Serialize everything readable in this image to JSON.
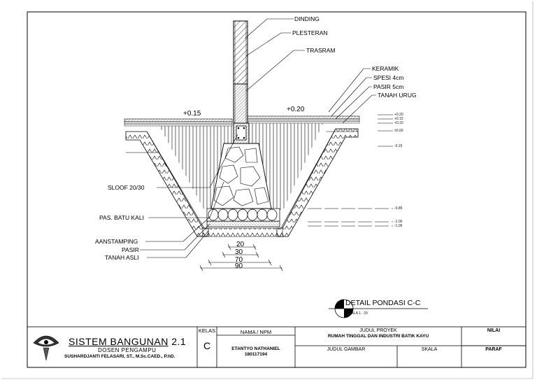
{
  "callouts": {
    "dinding": "DINDING",
    "plesteran": "PLESTERAN",
    "trasram": "TRASRAM",
    "keramik": "KERAMIK",
    "spesi": "SPESI 4cm",
    "pasir5": "PASIR 5cm",
    "tanah_urug": "TANAH URUG",
    "sloof": "SLOOF 20/30",
    "batu_kali": "PAS. BATU KALI",
    "aanstamping": "AANSTAMPING",
    "pasir": "PASIR",
    "tanah_asli": "TANAH ASLI"
  },
  "levels": {
    "left_floor": "+0.15",
    "right_floor": "+0.20",
    "marks": [
      "+0.20",
      "+0.15",
      "+0.10",
      "±0.00",
      "-0.15",
      "-0.85",
      "-1.00",
      "-1.05"
    ]
  },
  "dimensions": [
    "20",
    "30",
    "70",
    "90"
  ],
  "detail": {
    "title": "DETAIL PONDASI C-C",
    "scale": "SKALA 1 : 20"
  },
  "title_block": {
    "course": "SISTEM BANGUNAN",
    "course_number": "2.1",
    "lecturer_heading": "DOSEN PENGAMPU",
    "lecturer": "SUSHARDJANTI FELASARI, ST., M.Sc.CAED., P.hD.",
    "class_heading": "KELAS",
    "class_value": "C",
    "name_heading": "NAMA / NPM",
    "student_name": "ETANTYO NATHANIEL",
    "student_npm": "180117194",
    "project_heading": "JUDUL PROYEK",
    "project_name": "RUMAH TINGGAL DAN INDUSTRI BATIK KAYU",
    "drawing_heading": "JUDUL GAMBAR",
    "scale_heading": "SKALA",
    "grade_heading": "NILAI",
    "sign_heading": "PARAF"
  }
}
